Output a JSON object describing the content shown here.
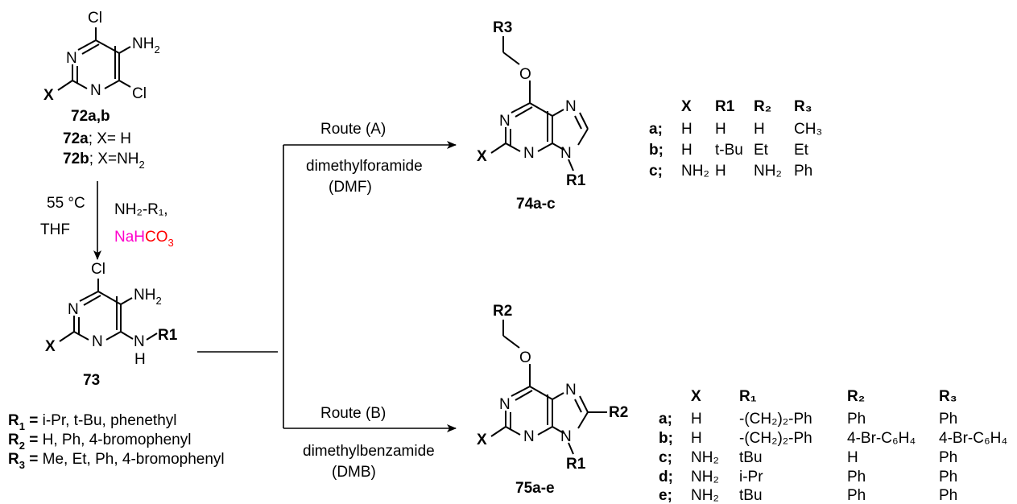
{
  "colors": {
    "chlorine": "#22dd22",
    "nitrogen": "#0000ee",
    "oxygen": "#ff0000",
    "magenta": "#ff00cc"
  },
  "atoms": {
    "cl": "Cl",
    "nh": "NH",
    "two": "2",
    "n": "N",
    "x": "X",
    "o": "O",
    "h": "H",
    "r1": "R1",
    "r2": "R2",
    "r3": "R3"
  },
  "compound_72": {
    "label": "72a,b",
    "variant_a_num": "72a",
    "variant_a_rest": "; X= H",
    "variant_b_num": "72b",
    "variant_b_rest": "; X=NH"
  },
  "step1": {
    "temperature": "55 °C",
    "solvent": "THF",
    "reagent": "NH₂-R₁,",
    "base_part1": "NaH",
    "base_part2": "CO",
    "base_sub": "3"
  },
  "compound_73": {
    "label": "73"
  },
  "substituents": [
    {
      "label": "R",
      "sub": "1",
      "eq": " = ",
      "value": "i-Pr, t-Bu, phenethyl"
    },
    {
      "label": "R",
      "sub": "2",
      "eq": " = ",
      "value": "H, Ph, 4-bromophenyl"
    },
    {
      "label": "R",
      "sub": "3",
      "eq": " = ",
      "value": "Me, Et, Ph, 4-bromophenyl"
    }
  ],
  "route_a": {
    "name": "Route (A)",
    "solvent": "dimethylforamide",
    "abbr": "(DMF)"
  },
  "route_b": {
    "name": "Route (B)",
    "solvent": "dimethylbenzamide",
    "abbr": "(DMB)"
  },
  "compound_74": {
    "label": "74a-c"
  },
  "compound_75": {
    "label": "75a-e"
  },
  "table_74": {
    "headers": [
      "X",
      "R1",
      "R₂",
      "R₃"
    ],
    "rows": [
      [
        "a;",
        "H",
        "H",
        "H",
        "CH₃"
      ],
      [
        "b;",
        "H",
        "t-Bu",
        "Et",
        "Et"
      ],
      [
        "c;",
        "NH₂",
        "H",
        "NH₂",
        "Ph"
      ]
    ]
  },
  "table_75": {
    "headers": [
      "X",
      "R₁",
      "R₂",
      "R₃"
    ],
    "rows": [
      [
        "a;",
        "H",
        "-(CH₂)₂-Ph",
        "Ph",
        "Ph"
      ],
      [
        "b;",
        "H",
        "-(CH₂)₂-Ph",
        "4-Br-C₆H₄",
        "4-Br-C₆H₄"
      ],
      [
        "c;",
        "NH₂",
        "tBu",
        "H",
        "Ph"
      ],
      [
        "d;",
        "NH₂",
        "i-Pr",
        "Ph",
        "Ph"
      ],
      [
        "e;",
        "NH₂",
        "tBu",
        "Ph",
        "Ph"
      ]
    ]
  }
}
